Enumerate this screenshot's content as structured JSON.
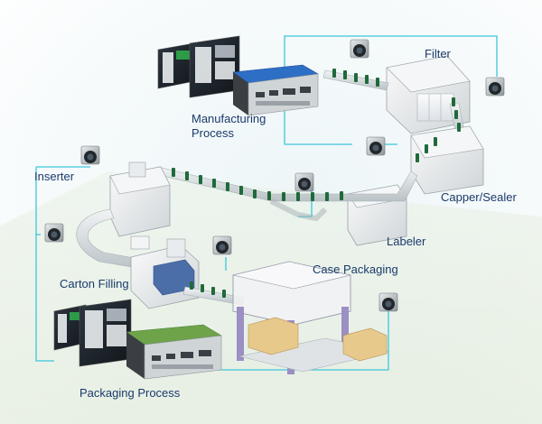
{
  "labels": {
    "filter": "Filter",
    "manufacturing_process": "Manufacturing Process",
    "inserter": "Inserter",
    "capper_sealer": "Capper/Sealer",
    "labeler": "Labeler",
    "case_packaging": "Case Packaging",
    "carton_filling": "Carton Filling",
    "packaging_process": "Packaging Process"
  },
  "colors": {
    "connector_line": "#3cc6dc",
    "label_text": "#1b3a6b",
    "floor": "#dfe9d6",
    "controller_top": "#2e6fc6",
    "controller_top_green": "#6ea34a",
    "bottle": "#1f6a3a"
  },
  "icons": [
    "camera-icon",
    "monitor-icon",
    "controller-box-icon",
    "bottle-icon",
    "machine-icon"
  ]
}
